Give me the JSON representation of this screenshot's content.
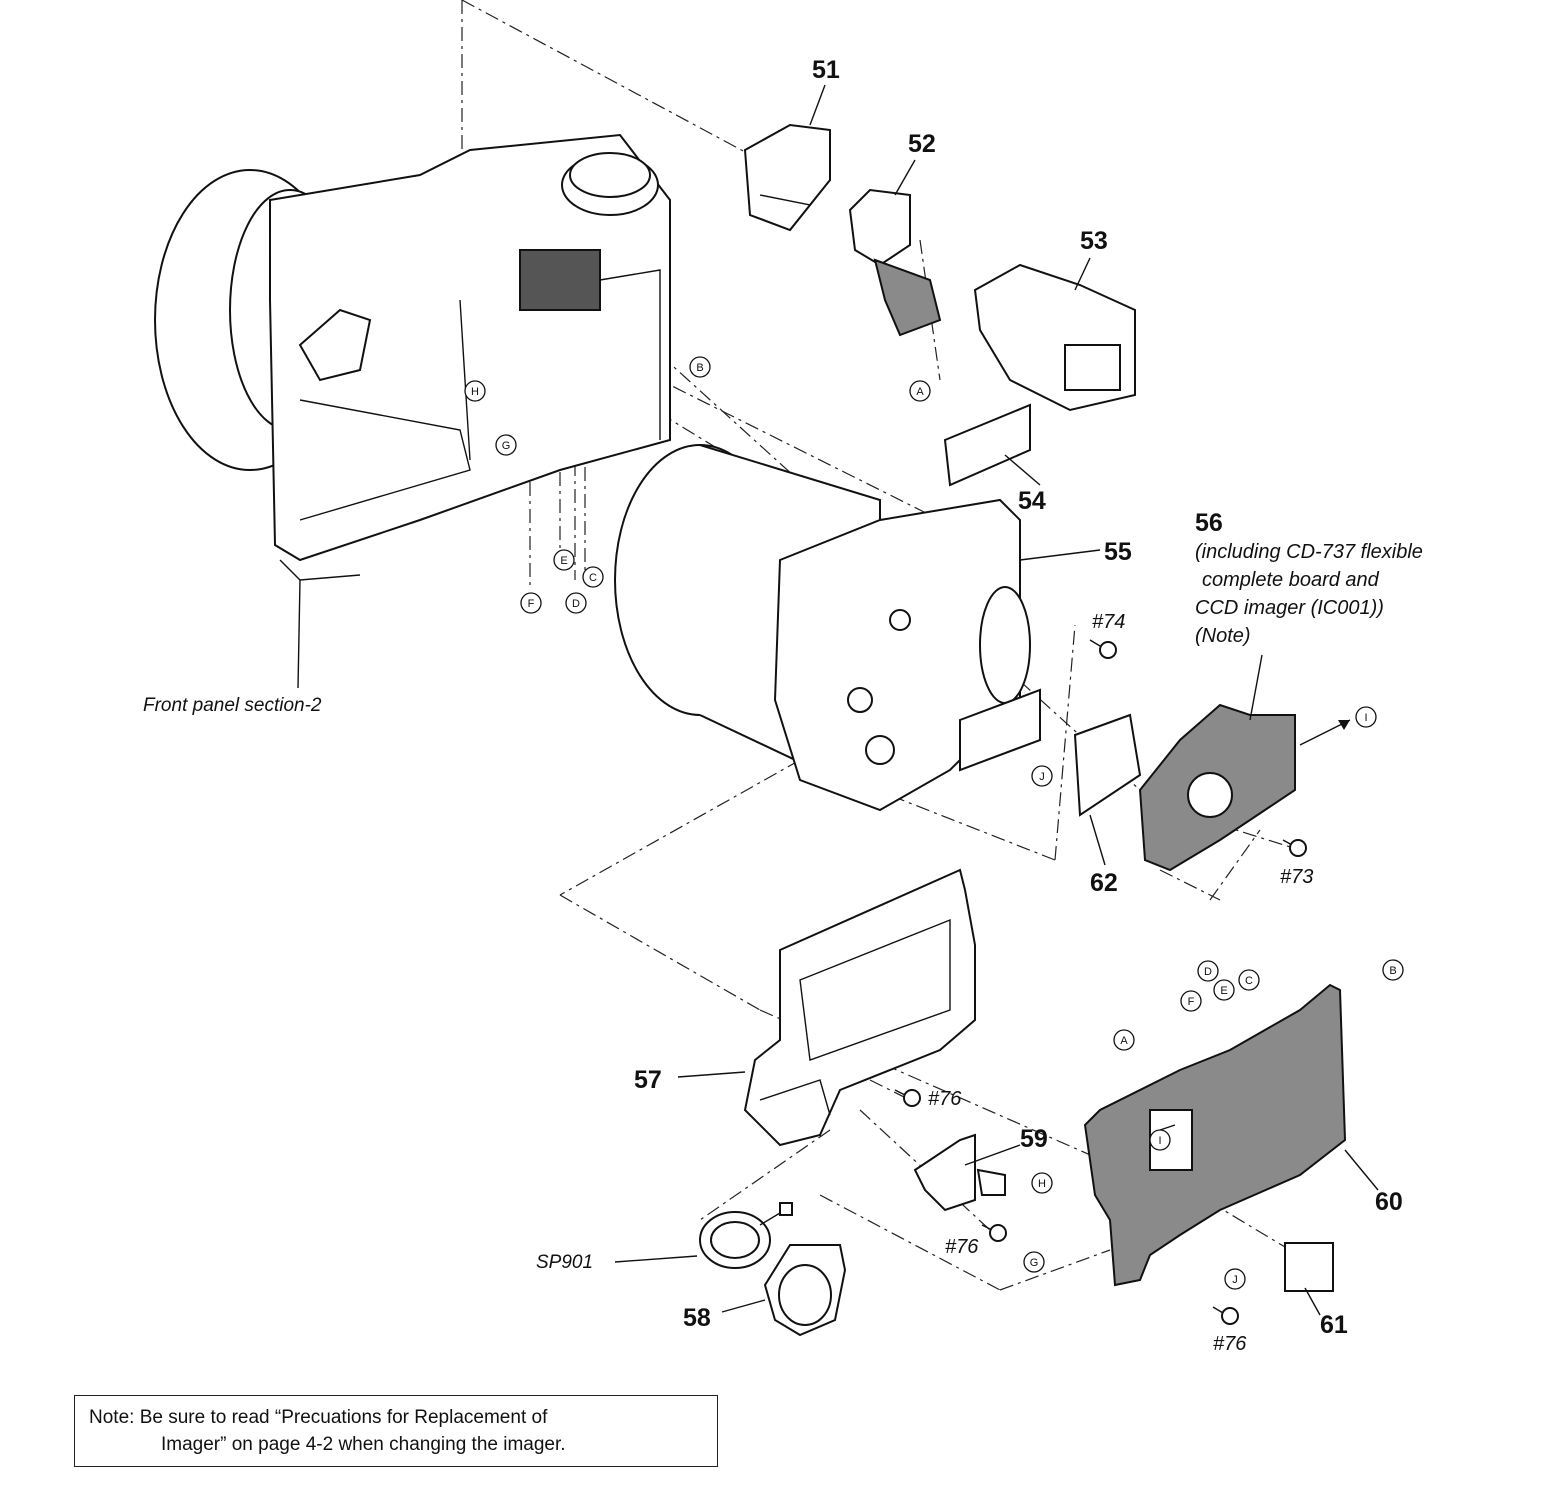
{
  "part_labels": {
    "p51": "51",
    "p52": "52",
    "p53": "53",
    "p54": "54",
    "p55": "55",
    "p56": "56",
    "p57": "57",
    "p58": "58",
    "p59": "59",
    "p60": "60",
    "p61": "61",
    "p62": "62"
  },
  "screw_labels": {
    "s74": "#74",
    "s73": "#73",
    "s76a": "#76",
    "s76b": "#76",
    "s76c": "#76"
  },
  "text_labels": {
    "front_panel": "Front panel section-2",
    "sp901": "SP901",
    "p56_desc_line1": "(including CD-737 flexible",
    "p56_desc_line2": "complete board and",
    "p56_desc_line3": "CCD imager (IC001))",
    "p56_desc_line4": "(Note)"
  },
  "connector_markers": {
    "A1": "A",
    "B1": "B",
    "C1": "C",
    "D1": "D",
    "E1": "E",
    "F1": "F",
    "G1": "G",
    "H1": "H",
    "I1": "I",
    "J1": "J",
    "A2": "A",
    "B2": "B",
    "C2": "C",
    "D2": "D",
    "E2": "E",
    "F2": "F",
    "G2": "G",
    "H2": "H",
    "I2": "I",
    "J2": "J"
  },
  "note": {
    "line1": "Note:  Be sure to read “Precuations for Replacement of",
    "line2": "Imager” on page 4-2 when changing the imager."
  }
}
